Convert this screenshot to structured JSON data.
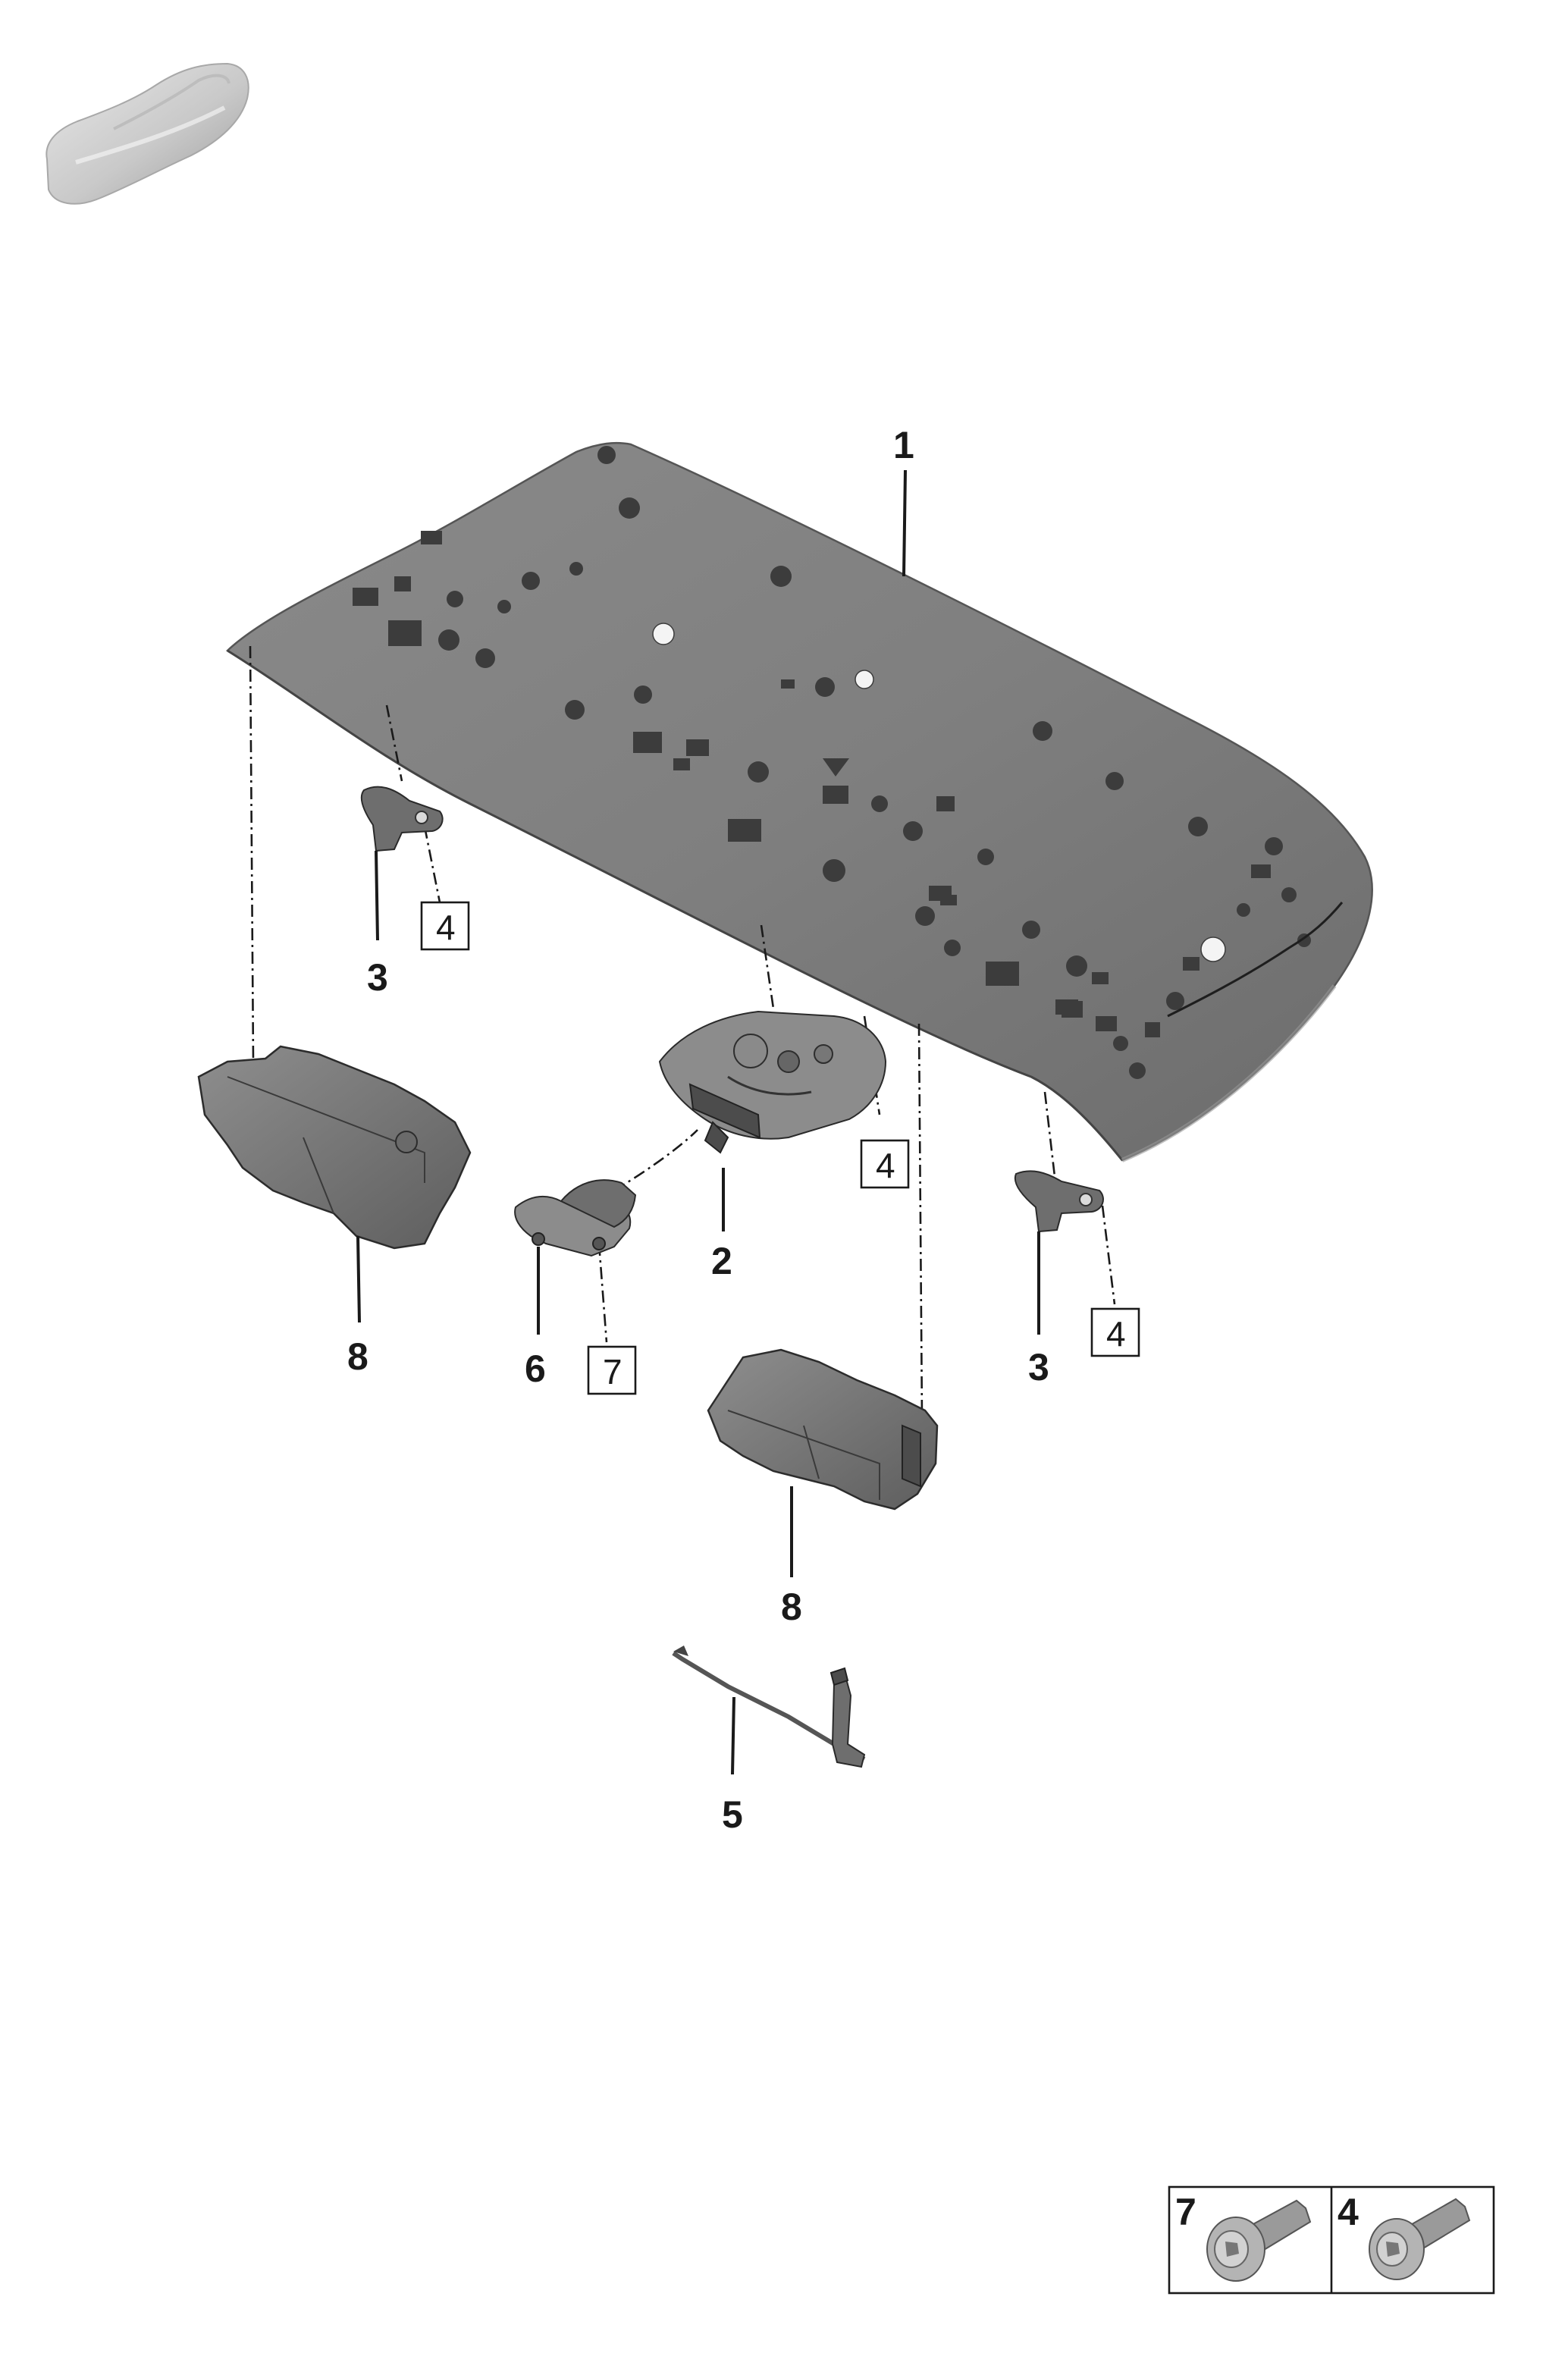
{
  "vehicle_icon": "car-silhouette-icon",
  "callouts": {
    "roof_panel": "1",
    "lock": "2",
    "bracket_left": "3",
    "bracket_right": "3",
    "cable": "5",
    "striker": "6",
    "foam_left": "8",
    "foam_center": "8"
  },
  "screw_refs": {
    "bracket_left": "4",
    "lock": "4",
    "bracket_right": "4",
    "striker": "7"
  },
  "legend": {
    "items": [
      {
        "number": "7",
        "icon": "torx-flange-screw-icon"
      },
      {
        "number": "4",
        "icon": "torx-screw-icon"
      }
    ]
  }
}
